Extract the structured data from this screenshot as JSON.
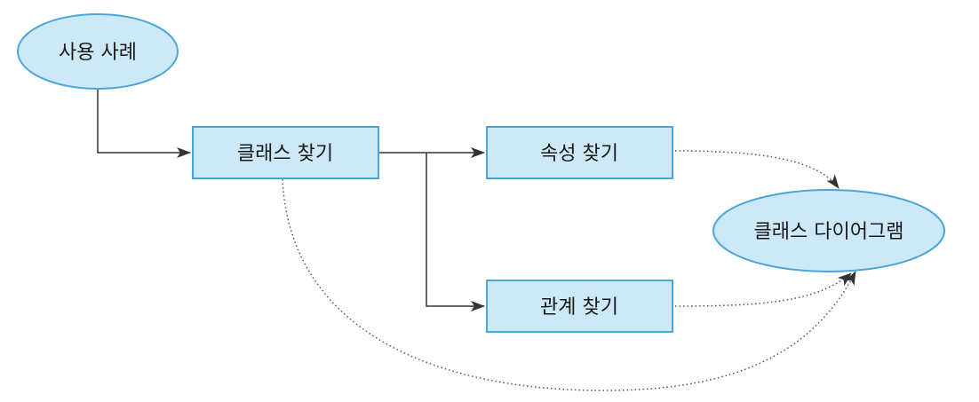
{
  "diagram": {
    "nodes": {
      "use_case": "사용 사례",
      "find_class": "클래스 찾기",
      "find_attribute": "속성 찾기",
      "find_relation": "관계 찾기",
      "class_diagram": "클래스 다이어그램"
    },
    "colors": {
      "node_fill": "#cde8f7",
      "node_stroke": "#4aa6d8",
      "arrow": "#333333"
    }
  }
}
